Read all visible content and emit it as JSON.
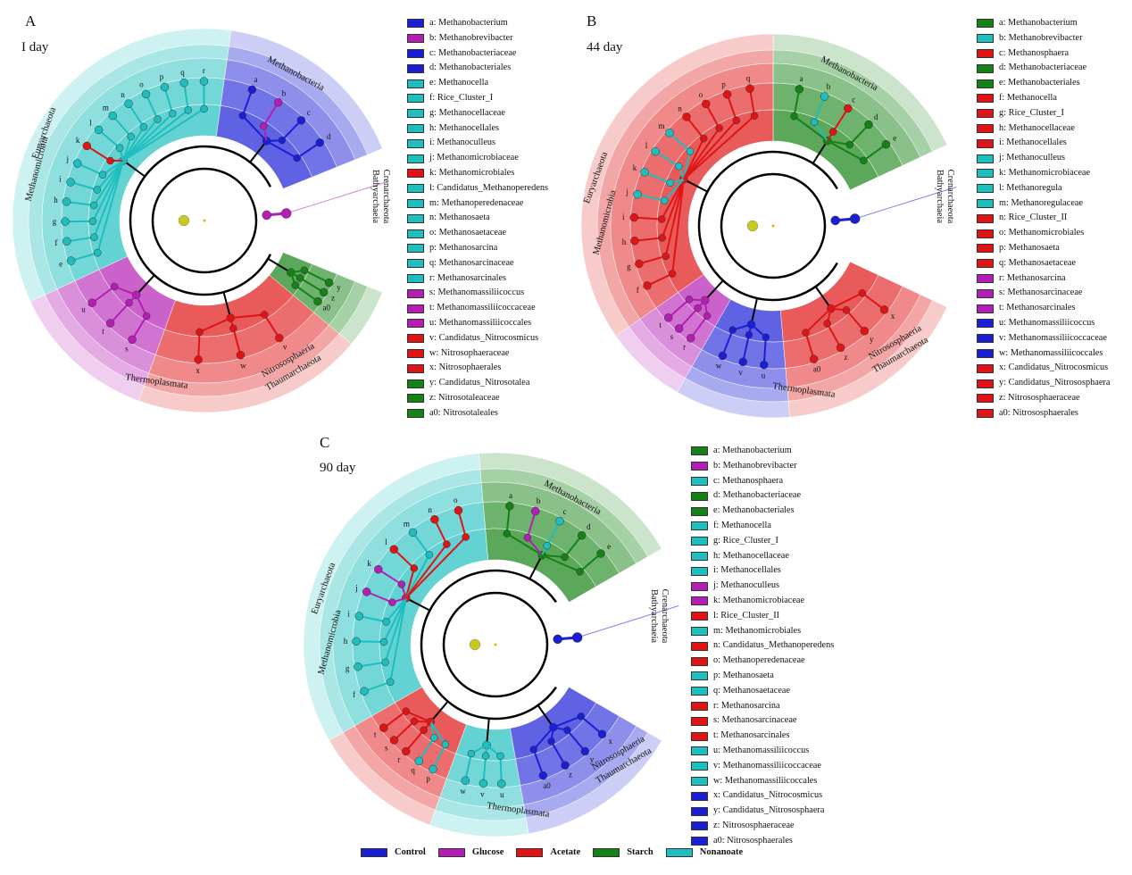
{
  "colors": {
    "Control": "#1a1fd6",
    "Glucose": "#b41eb4",
    "Acetate": "#e01414",
    "Starch": "#148214",
    "Nonanoate": "#1ebebe"
  },
  "groups_legend": [
    {
      "label": "Control",
      "group": "Control"
    },
    {
      "label": "Glucose",
      "group": "Glucose"
    },
    {
      "label": "Acetate",
      "group": "Acetate"
    },
    {
      "label": "Starch",
      "group": "Starch"
    },
    {
      "label": "Nonanoate",
      "group": "Nonanoate"
    }
  ],
  "panels": [
    {
      "letter": "A",
      "day": "I day",
      "legend": [
        {
          "text": "a: Methanobacterium",
          "group": "Control"
        },
        {
          "text": "b: Methanobrevibacter",
          "group": "Glucose"
        },
        {
          "text": "c: Methanobacteriaceae",
          "group": "Control"
        },
        {
          "text": "d: Methanobacteriales",
          "group": "Control"
        },
        {
          "text": "e: Methanocella",
          "group": "Nonanoate"
        },
        {
          "text": "f: Rice_Cluster_I",
          "group": "Nonanoate"
        },
        {
          "text": "g: Methanocellaceae",
          "group": "Nonanoate"
        },
        {
          "text": "h: Methanocellales",
          "group": "Nonanoate"
        },
        {
          "text": "i: Methanoculleus",
          "group": "Nonanoate"
        },
        {
          "text": "j: Methanomicrobiaceae",
          "group": "Nonanoate"
        },
        {
          "text": "k: Methanomicrobiales",
          "group": "Acetate"
        },
        {
          "text": "l: Candidatus_Methanoperedens",
          "group": "Nonanoate"
        },
        {
          "text": "m: Methanoperedenaceae",
          "group": "Nonanoate"
        },
        {
          "text": "n: Methanosaeta",
          "group": "Nonanoate"
        },
        {
          "text": "o: Methanosaetaceae",
          "group": "Nonanoate"
        },
        {
          "text": "p: Methanosarcina",
          "group": "Nonanoate"
        },
        {
          "text": "q: Methanosarcinaceae",
          "group": "Nonanoate"
        },
        {
          "text": "r: Methanosarcinales",
          "group": "Nonanoate"
        },
        {
          "text": "s: Methanomassiliicoccus",
          "group": "Glucose"
        },
        {
          "text": "t: Methanomassiliicoccaceae",
          "group": "Glucose"
        },
        {
          "text": "u: Methanomassiliicoccales",
          "group": "Glucose"
        },
        {
          "text": "v: Candidatus_Nitrocosmicus",
          "group": "Acetate"
        },
        {
          "text": "w: Nitrosophaeraceae",
          "group": "Acetate"
        },
        {
          "text": "x: Nitrosophaerales",
          "group": "Acetate"
        },
        {
          "text": "y: Candidatus_Nitrosotalea",
          "group": "Starch"
        },
        {
          "text": "z: Nitrosotaleaceae",
          "group": "Starch"
        },
        {
          "text": "a0: Nitrosotaleales",
          "group": "Starch"
        }
      ],
      "ring_labels": [
        {
          "text": "Euryarchaeota"
        },
        {
          "text": "Methanomicrobia"
        },
        {
          "text": "Methanobacteria"
        },
        {
          "text": "Thermoplasmata"
        },
        {
          "text": "Thaumarchaeota"
        },
        {
          "text": "Nitrososphaeria"
        },
        {
          "text": "Crenarchaeota"
        },
        {
          "text": "Bathyarchaeia"
        }
      ]
    },
    {
      "letter": "B",
      "day": "44 day",
      "legend": [
        {
          "text": "a: Methanobacterium",
          "group": "Starch"
        },
        {
          "text": "b: Methanobrevibacter",
          "group": "Nonanoate"
        },
        {
          "text": "c: Methanosphaera",
          "group": "Acetate"
        },
        {
          "text": "d: Methanobacteriaceae",
          "group": "Starch"
        },
        {
          "text": "e: Methanobacteriales",
          "group": "Starch"
        },
        {
          "text": "f: Methanocella",
          "group": "Acetate"
        },
        {
          "text": "g: Rice_Cluster_I",
          "group": "Acetate"
        },
        {
          "text": "h: Methanocellaceae",
          "group": "Acetate"
        },
        {
          "text": "i: Methanocellales",
          "group": "Acetate"
        },
        {
          "text": "j: Methanoculleus",
          "group": "Nonanoate"
        },
        {
          "text": "k: Methanomicrobiaceae",
          "group": "Nonanoate"
        },
        {
          "text": "l: Methanoregula",
          "group": "Nonanoate"
        },
        {
          "text": "m: Methanoregulaceae",
          "group": "Nonanoate"
        },
        {
          "text": "n: Rice_Cluster_II",
          "group": "Acetate"
        },
        {
          "text": "o: Methanomicrobiales",
          "group": "Acetate"
        },
        {
          "text": "p: Methanosaeta",
          "group": "Acetate"
        },
        {
          "text": "q: Methanosaetaceae",
          "group": "Acetate"
        },
        {
          "text": "r: Methanosarcina",
          "group": "Glucose"
        },
        {
          "text": "s: Methanosarcinaceae",
          "group": "Glucose"
        },
        {
          "text": "t: Methanosarcinales",
          "group": "Glucose"
        },
        {
          "text": "u: Methanomassiliicoccus",
          "group": "Control"
        },
        {
          "text": "v: Methanomassiliicoccaceae",
          "group": "Control"
        },
        {
          "text": "w: Methanomassiliicoccales",
          "group": "Control"
        },
        {
          "text": "x: Candidatus_Nitrocosmicus",
          "group": "Acetate"
        },
        {
          "text": "y: Candidatus_Nitrososphaera",
          "group": "Acetate"
        },
        {
          "text": "z: Nitrososphaeraceae",
          "group": "Acetate"
        },
        {
          "text": "a0: Nitrososphaerales",
          "group": "Acetate"
        }
      ],
      "ring_labels": [
        {
          "text": "Euryarchaeota"
        },
        {
          "text": "Methanomicrobia"
        },
        {
          "text": "Methanobacteria"
        },
        {
          "text": "Thermoplasmata"
        },
        {
          "text": "Thaumarchaeota"
        },
        {
          "text": "Nitrososphaeria"
        },
        {
          "text": "Crenarchaeota"
        },
        {
          "text": "Bathyarchaeia"
        }
      ]
    },
    {
      "letter": "C",
      "day": "90 day",
      "legend": [
        {
          "text": "a: Methanobacterium",
          "group": "Starch"
        },
        {
          "text": "b: Methanobrevibacter",
          "group": "Glucose"
        },
        {
          "text": "c: Methanosphaera",
          "group": "Nonanoate"
        },
        {
          "text": "d: Methanobacteriaceae",
          "group": "Starch"
        },
        {
          "text": "e: Methanobacteriales",
          "group": "Starch"
        },
        {
          "text": "f: Methanocella",
          "group": "Nonanoate"
        },
        {
          "text": "g: Rice_Cluster_I",
          "group": "Nonanoate"
        },
        {
          "text": "h: Methanocellaceae",
          "group": "Nonanoate"
        },
        {
          "text": "i: Methanocellales",
          "group": "Nonanoate"
        },
        {
          "text": "j: Methanoculleus",
          "group": "Glucose"
        },
        {
          "text": "k: Methanomicrobiaceae",
          "group": "Glucose"
        },
        {
          "text": "l: Rice_Cluster_II",
          "group": "Acetate"
        },
        {
          "text": "m: Methanomicrobiales",
          "group": "Nonanoate"
        },
        {
          "text": "n: Candidatus_Methanoperedens",
          "group": "Acetate"
        },
        {
          "text": "o: Methanoperedenaceae",
          "group": "Acetate"
        },
        {
          "text": "p: Methanosaeta",
          "group": "Nonanoate"
        },
        {
          "text": "q: Methanosaetaceae",
          "group": "Nonanoate"
        },
        {
          "text": "r: Methanosarcina",
          "group": "Acetate"
        },
        {
          "text": "s: Methanosarcinaceae",
          "group": "Acetate"
        },
        {
          "text": "t: Methanosarcinales",
          "group": "Acetate"
        },
        {
          "text": "u: Methanomassiliicoccus",
          "group": "Nonanoate"
        },
        {
          "text": "v: Methanomassiliicoccaceae",
          "group": "Nonanoate"
        },
        {
          "text": "w: Methanomassiliicoccales",
          "group": "Nonanoate"
        },
        {
          "text": "x: Candidatus_Nitrocosmicus",
          "group": "Control"
        },
        {
          "text": "y: Candidatus_Nitrososphaera",
          "group": "Control"
        },
        {
          "text": "z: Nitrososphaeraceae",
          "group": "Control"
        },
        {
          "text": "a0: Nitrososphaerales",
          "group": "Control"
        }
      ],
      "ring_labels": [
        {
          "text": "Euryarchaeota"
        },
        {
          "text": "Methanomicrobia"
        },
        {
          "text": "Methanobacteria"
        },
        {
          "text": "Thermoplasmata"
        },
        {
          "text": "Thaumarchaeota"
        },
        {
          "text": "Nitrososphaeria"
        },
        {
          "text": "Crenarchaeota"
        },
        {
          "text": "Bathyarchaeia"
        }
      ]
    }
  ]
}
